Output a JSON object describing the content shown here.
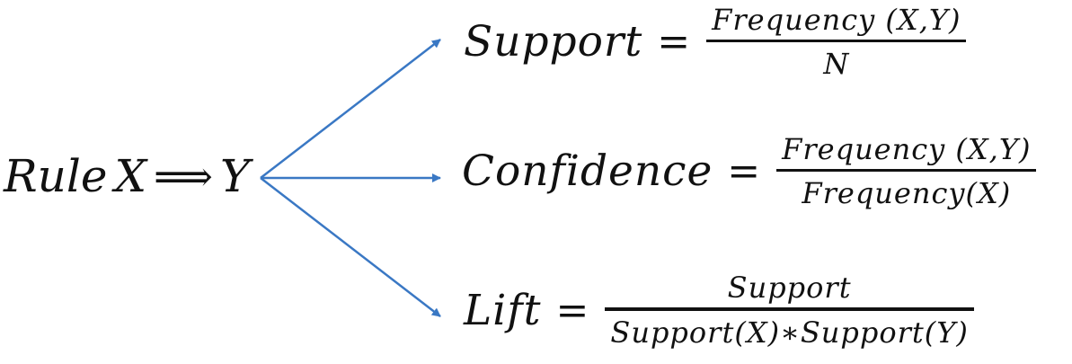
{
  "rule": {
    "prefix": "Rule",
    "x": "X",
    "arrow": "⟹",
    "y": "Y"
  },
  "formulas": [
    {
      "label": "Support",
      "equals": "=",
      "numerator": "Frequency (X,Y)",
      "denominator": "N"
    },
    {
      "label": "Confidence",
      "equals": "=",
      "numerator": "Frequency (X,Y)",
      "denominator": "Frequency(X)"
    },
    {
      "label": "Lift",
      "equals": "=",
      "numerator": "Support",
      "denominator": "Support(X)∗Support(Y)"
    }
  ],
  "colors": {
    "arrow": "#3a78c4",
    "text": "#111111"
  }
}
